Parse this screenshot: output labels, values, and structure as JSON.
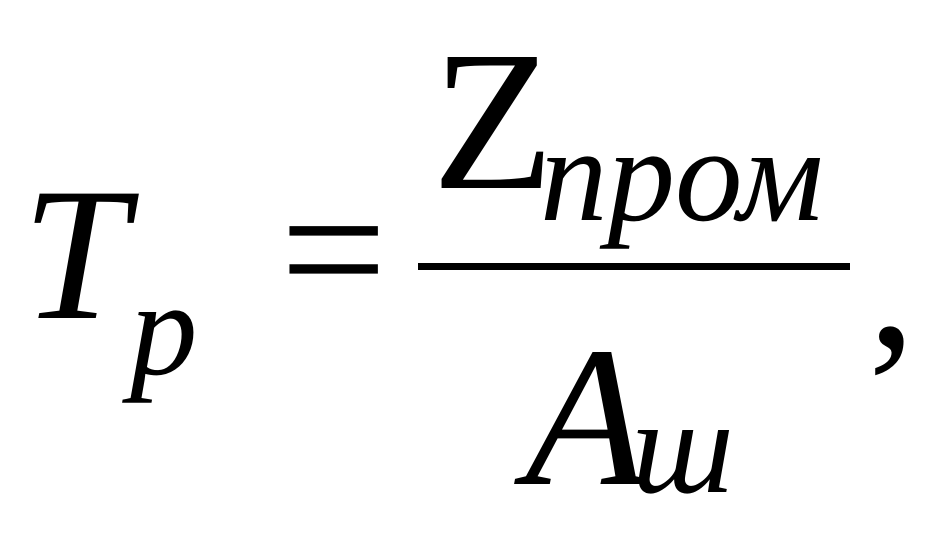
{
  "formula": {
    "lhs": {
      "symbol": "T",
      "subscript": "p"
    },
    "operator": "=",
    "numerator": {
      "symbol": "Z",
      "subscript": "пром"
    },
    "denominator": {
      "symbol": "A",
      "subscript": "ш"
    },
    "trailing": ","
  }
}
